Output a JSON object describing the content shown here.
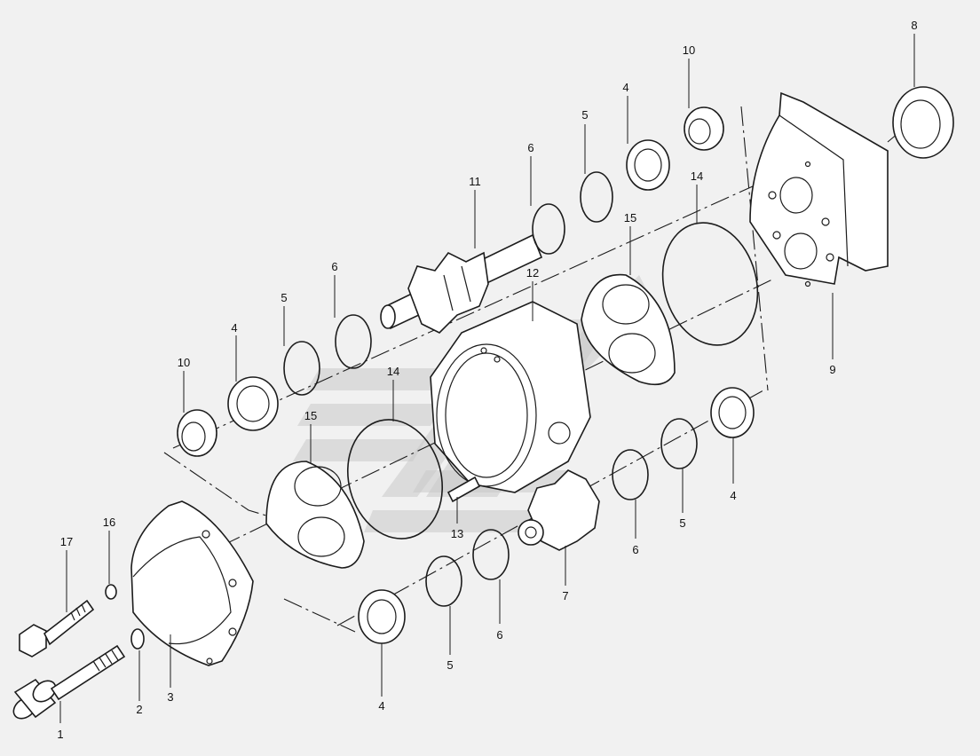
{
  "diagram": {
    "type": "exploded-parts-view",
    "colors": {
      "background": "#f1f1f1",
      "line": "#1c1c1c",
      "watermark": "#c9c9c9"
    },
    "callouts": [
      {
        "id": "c1",
        "label": "1"
      },
      {
        "id": "c2",
        "label": "2"
      },
      {
        "id": "c3",
        "label": "3"
      },
      {
        "id": "c4a",
        "label": "4"
      },
      {
        "id": "c4b",
        "label": "4"
      },
      {
        "id": "c4c",
        "label": "4"
      },
      {
        "id": "c4d",
        "label": "4"
      },
      {
        "id": "c5a",
        "label": "5"
      },
      {
        "id": "c5b",
        "label": "5"
      },
      {
        "id": "c5c",
        "label": "5"
      },
      {
        "id": "c5d",
        "label": "5"
      },
      {
        "id": "c6a",
        "label": "6"
      },
      {
        "id": "c6b",
        "label": "6"
      },
      {
        "id": "c6c",
        "label": "6"
      },
      {
        "id": "c6d",
        "label": "6"
      },
      {
        "id": "c7",
        "label": "7"
      },
      {
        "id": "c8",
        "label": "8"
      },
      {
        "id": "c9",
        "label": "9"
      },
      {
        "id": "c10a",
        "label": "10"
      },
      {
        "id": "c10b",
        "label": "10"
      },
      {
        "id": "c11",
        "label": "11"
      },
      {
        "id": "c12",
        "label": "12"
      },
      {
        "id": "c13",
        "label": "13"
      },
      {
        "id": "c14a",
        "label": "14"
      },
      {
        "id": "c14b",
        "label": "14"
      },
      {
        "id": "c15a",
        "label": "15"
      },
      {
        "id": "c15b",
        "label": "15"
      },
      {
        "id": "c16",
        "label": "16"
      },
      {
        "id": "c17",
        "label": "17"
      }
    ]
  }
}
